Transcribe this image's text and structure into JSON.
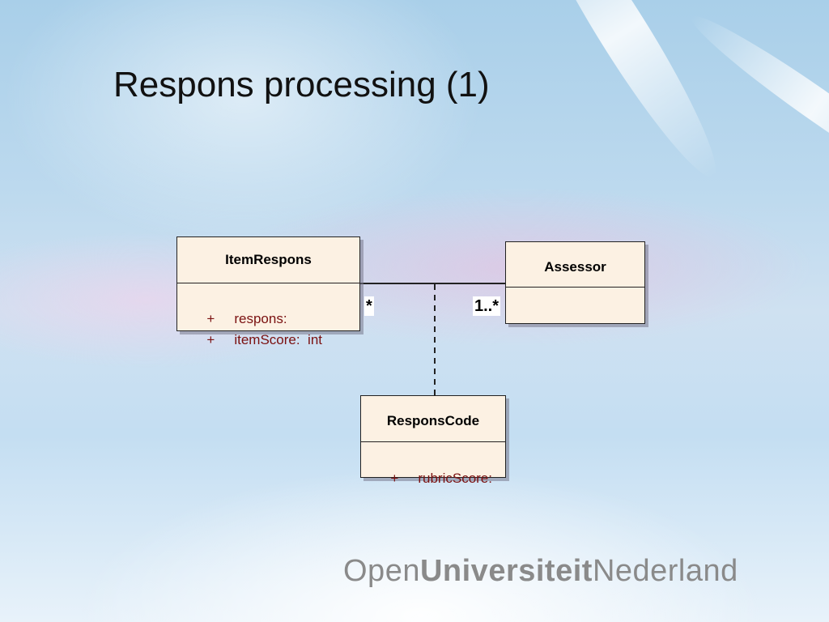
{
  "slide": {
    "title": "Respons processing (1)"
  },
  "diagram": {
    "classes": {
      "item_respons": {
        "name": "ItemRespons",
        "attributes": [
          {
            "visibility": "+",
            "text": "respons:"
          },
          {
            "visibility": "+",
            "text": "itemScore:  int"
          }
        ]
      },
      "assessor": {
        "name": "Assessor",
        "attributes": []
      },
      "respons_code": {
        "name": "ResponsCode",
        "attributes": [
          {
            "visibility": "+",
            "text": "rubricScore:"
          }
        ]
      }
    },
    "association": {
      "item_respons_multiplicity": "*",
      "assessor_multiplicity": "1..*",
      "association_class": "ResponsCode"
    }
  },
  "logo": {
    "part1": "Open",
    "part2": "Universiteit",
    "part3": "Nederland"
  }
}
